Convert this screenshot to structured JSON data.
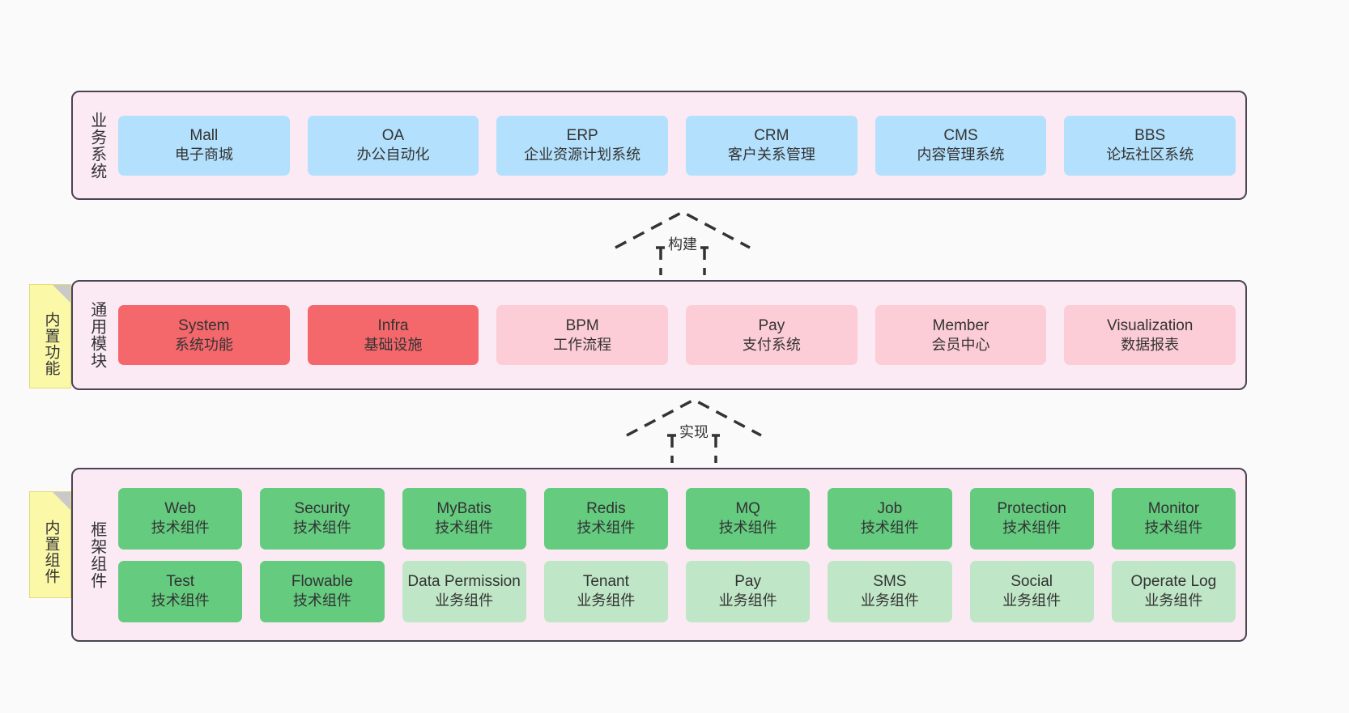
{
  "diagram": {
    "background_color": "#fafafa",
    "panel_color": "#fbeaf4",
    "panel_border_color": "#4a4453",
    "sticky_color": "#fbf8a8"
  },
  "layers": [
    {
      "id": "business",
      "title": "业务系统",
      "card_color": "#b3e0fc",
      "rows": [
        {
          "cards": [
            {
              "name": "Mall",
              "desc": "电子商城",
              "style": "c-blue"
            },
            {
              "name": "OA",
              "desc": "办公自动化",
              "style": "c-blue"
            },
            {
              "name": "ERP",
              "desc": "企业资源计划系统",
              "style": "c-blue"
            },
            {
              "name": "CRM",
              "desc": "客户关系管理",
              "style": "c-blue"
            },
            {
              "name": "CMS",
              "desc": "内容管理系统",
              "style": "c-blue"
            },
            {
              "name": "BBS",
              "desc": "论坛社区系统",
              "style": "c-blue"
            }
          ]
        }
      ]
    },
    {
      "id": "modules",
      "title": "通用模块",
      "sticky": "内置功能",
      "rows": [
        {
          "cards": [
            {
              "name": "System",
              "desc": "系统功能",
              "style": "c-red"
            },
            {
              "name": "Infra",
              "desc": "基础设施",
              "style": "c-red"
            },
            {
              "name": "BPM",
              "desc": "工作流程",
              "style": "c-pink"
            },
            {
              "name": "Pay",
              "desc": "支付系统",
              "style": "c-pink"
            },
            {
              "name": "Member",
              "desc": "会员中心",
              "style": "c-pink"
            },
            {
              "name": "Visualization",
              "desc": "数据报表",
              "style": "c-pink"
            }
          ]
        }
      ]
    },
    {
      "id": "framework",
      "title": "框架组件",
      "sticky": "内置组件",
      "rows": [
        {
          "cards": [
            {
              "name": "Web",
              "desc": "技术组件",
              "style": "c-green"
            },
            {
              "name": "Security",
              "desc": "技术组件",
              "style": "c-green"
            },
            {
              "name": "MyBatis",
              "desc": "技术组件",
              "style": "c-green"
            },
            {
              "name": "Redis",
              "desc": "技术组件",
              "style": "c-green"
            },
            {
              "name": "MQ",
              "desc": "技术组件",
              "style": "c-green"
            },
            {
              "name": "Job",
              "desc": "技术组件",
              "style": "c-green"
            },
            {
              "name": "Protection",
              "desc": "技术组件",
              "style": "c-green"
            },
            {
              "name": "Monitor",
              "desc": "技术组件",
              "style": "c-green"
            }
          ]
        },
        {
          "cards": [
            {
              "name": "Test",
              "desc": "技术组件",
              "style": "c-green"
            },
            {
              "name": "Flowable",
              "desc": "技术组件",
              "style": "c-green"
            },
            {
              "name": "Data Permission",
              "desc": "业务组件",
              "style": "c-lightgreen"
            },
            {
              "name": "Tenant",
              "desc": "业务组件",
              "style": "c-lightgreen"
            },
            {
              "name": "Pay",
              "desc": "业务组件",
              "style": "c-lightgreen"
            },
            {
              "name": "SMS",
              "desc": "业务组件",
              "style": "c-lightgreen"
            },
            {
              "name": "Social",
              "desc": "业务组件",
              "style": "c-lightgreen"
            },
            {
              "name": "Operate Log",
              "desc": "业务组件",
              "style": "c-lightgreen"
            }
          ]
        }
      ]
    }
  ],
  "connectors": [
    {
      "id": "build",
      "label": "构建",
      "style": "dashed-hollow-arrow",
      "direction": "up"
    },
    {
      "id": "impl",
      "label": "实现",
      "style": "dashed-hollow-arrow",
      "direction": "up"
    }
  ]
}
